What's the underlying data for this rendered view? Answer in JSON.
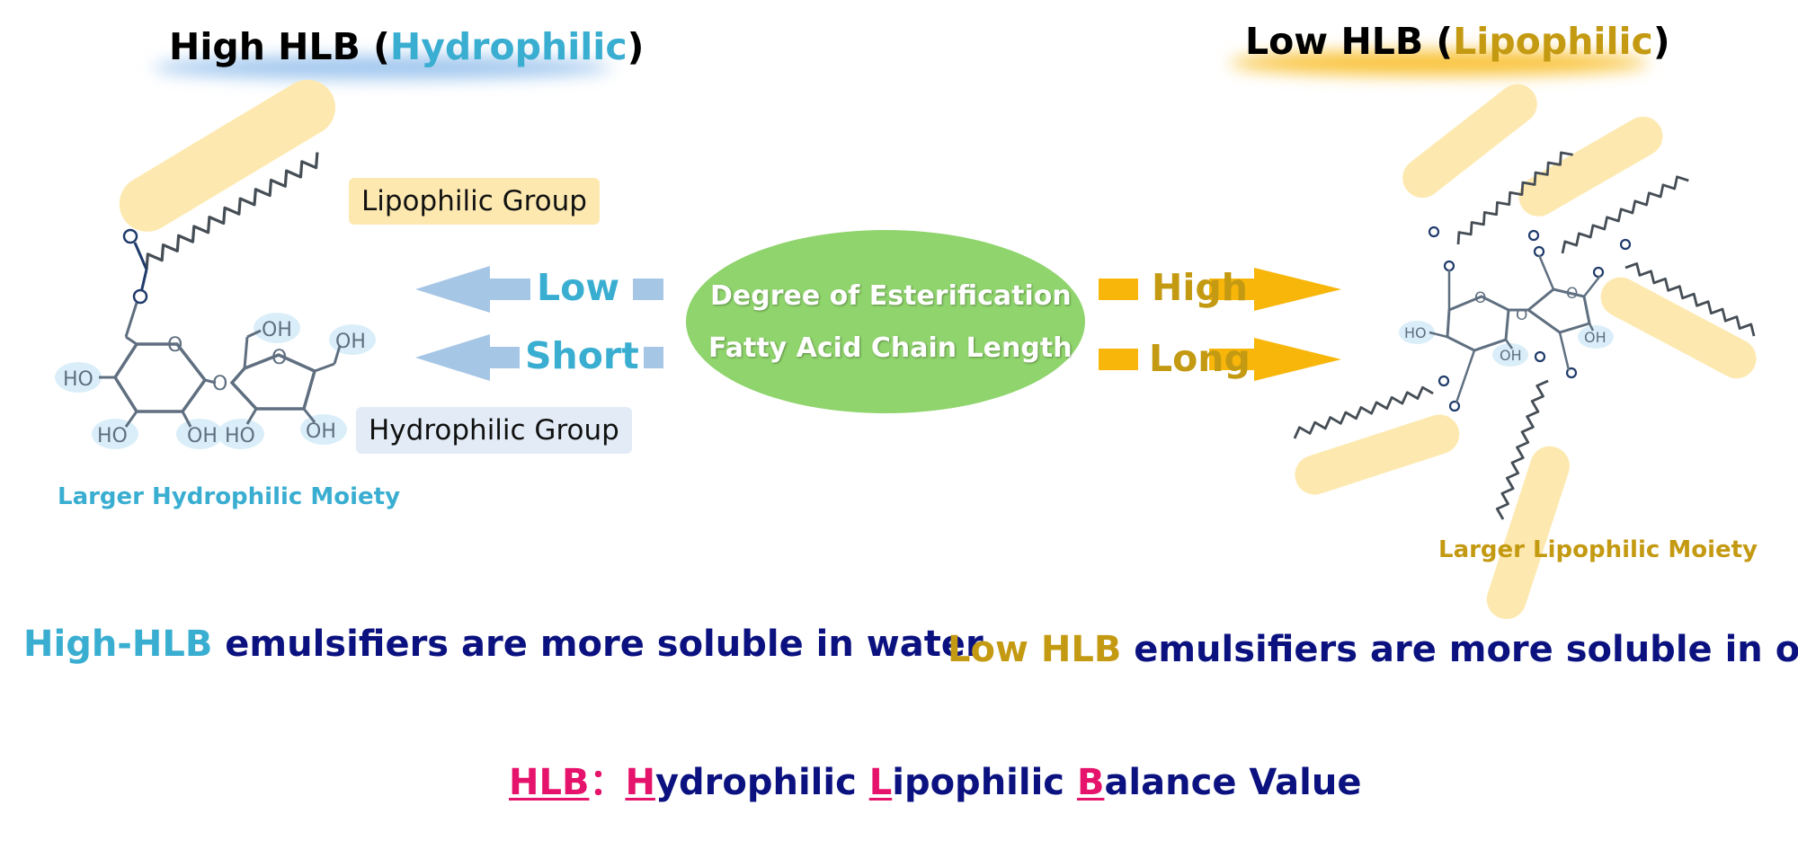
{
  "left_panel": {
    "title_prefix": "High HLB (",
    "title_highlight": "Hydrophilic",
    "title_suffix": ")",
    "lipophilic_group_label": "Lipophilic Group",
    "hydrophilic_group_label": "Hydrophilic Group",
    "moiety_caption": "Larger Hydrophilic Moiety",
    "atoms": {
      "o": "O",
      "oh": "OH",
      "ho": "HO"
    }
  },
  "right_panel": {
    "title_prefix": "Low HLB (",
    "title_highlight": "Lipophilic",
    "title_suffix": ")",
    "moiety_caption": "Larger Lipophilic Moiety"
  },
  "center": {
    "line1": "Degree of Esterification",
    "line2": "Fatty Acid Chain Length",
    "left_words": [
      "Low",
      "Short"
    ],
    "right_words": [
      "High",
      "Long"
    ]
  },
  "statements": {
    "left_highlight": "High-HLB",
    "left_rest": " emulsifiers are more soluble in water",
    "right_highlight": "Low HLB",
    "right_rest": " emulsifiers are more soluble in oils"
  },
  "definition": {
    "abbr": "HLB",
    "separator": "：",
    "h": "H",
    "h_rest": "ydrophilic ",
    "l": "L",
    "l_rest": "ipophilic ",
    "b": "B",
    "b_rest": "alance Value"
  },
  "colors": {
    "hydrophilic": "#3aaed1",
    "lipophilic": "#c49a12",
    "navy": "#0b1280",
    "pink": "#e5136b",
    "oval": "#8fd46c",
    "blue_arrow": "#a6c6e6",
    "gold_arrow": "#f8b60a",
    "lipophilic_box": "#fde9b0",
    "hydrophilic_box": "#e3ecf6"
  }
}
